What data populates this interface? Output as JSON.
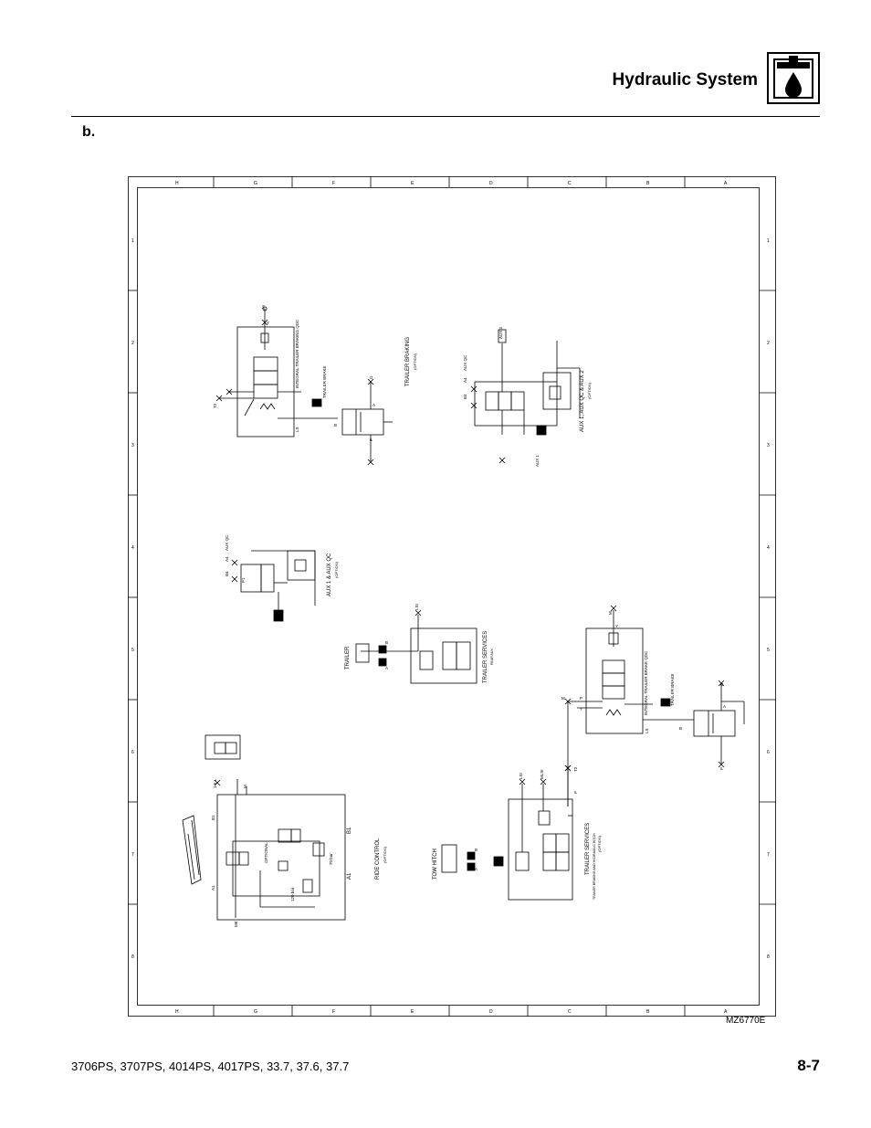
{
  "header": {
    "title": "Hydraulic System",
    "icon": "hydraulic-reservoir-icon"
  },
  "section_label": "b.",
  "schematic": {
    "col_letters": [
      "H",
      "G",
      "F",
      "E",
      "D",
      "C",
      "B",
      "A"
    ],
    "row_numbers": [
      "1",
      "2",
      "3",
      "4",
      "5",
      "6",
      "7",
      "8"
    ],
    "circuits": {
      "trailer_braking": {
        "title": "TRAILER BRAKING",
        "sub": "(OPTION)"
      },
      "integral_trailer_braking_qdc": "INTEGRAL TRAILER BRAKING QDC",
      "trailer_brake_1": "TRAILER BRAKE",
      "aux1_auxqc_aux2": {
        "title": "AUX 1, AUX QC & AUX 2",
        "sub": "(OPTION)"
      },
      "aux1_auxqc": {
        "title": "AUX 1 & AUX QC",
        "sub": "(OPTION)"
      },
      "trailer": "TRAILER",
      "trailer_services_mid": {
        "title": "TRAILER SERVICES",
        "sub": "REAR AUX"
      },
      "integral_trailer_brake_qdc_2": "INTEGRAL TRAILER BRAKE QDC",
      "trailer_brake_2": "TRAILER BRAKE",
      "ride_control": {
        "title": "RIDE CONTROL",
        "sub": "(OPTION)"
      },
      "tow_hitch": "TOW HITCH",
      "trailer_services_low": {
        "title": "TRAILER SERVICES",
        "sub": "TRAILER BRAKING AND HYDRAULIC HITCH",
        "sub2": "(OPTION)"
      }
    },
    "ports": {
      "t2": "T2",
      "m": "M",
      "y": "Y",
      "ls": "LS",
      "b": "B",
      "a": "A",
      "g": "G",
      "p": "P",
      "t": "T",
      "a4": "A4",
      "b4": "B4",
      "aux_qc": "AUX QC",
      "aux2": "AUX 2",
      "aux1": "AUX 1",
      "p1": "P1",
      "t1": "T1",
      "a1": "A1",
      "b1": "B1",
      "m6": "M6",
      "lsi": "LSI",
      "mlsi": "MLSI",
      "optional": "OPTIONAL",
      "bar70": "70 bar",
      "bar120": "120 bar",
      "lit15": "1.5 L"
    }
  },
  "figure_id": "MZ6770E",
  "footer": {
    "models": "3706PS, 3707PS, 4014PS, 4017PS, 33.7, 37.6, 37.7",
    "page": "8-7"
  }
}
